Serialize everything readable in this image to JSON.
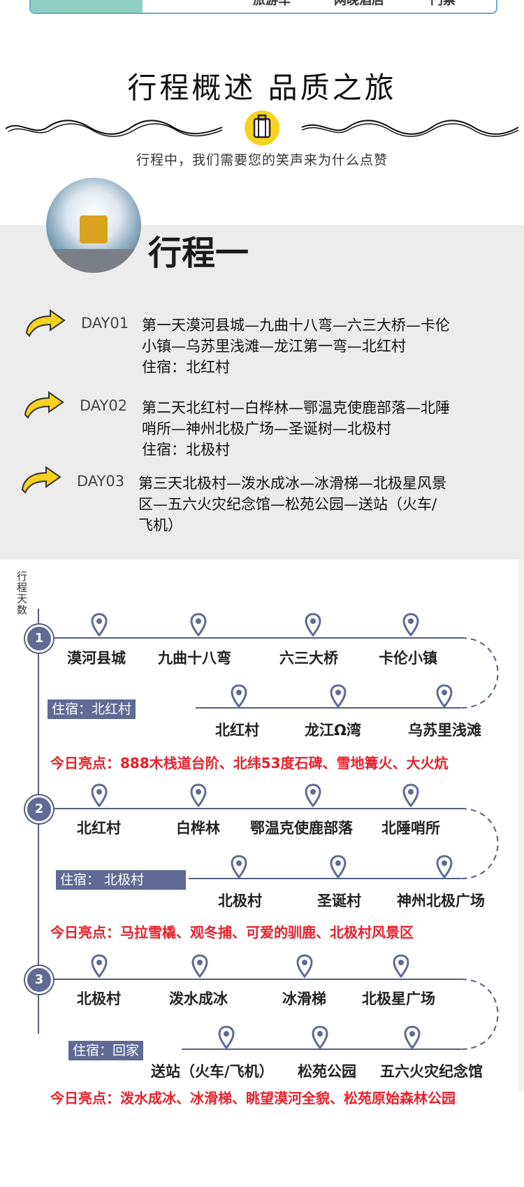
{
  "top_tabs": [
    "旅游车",
    "网晚酒店",
    "门票"
  ],
  "section": {
    "title": "行程概述 品质之旅",
    "subtitle": "行程中，我们需要您的笑声来为什么点赞"
  },
  "trip": {
    "title": "行程一",
    "days": [
      {
        "label": "DAY01",
        "lines": [
          "第一天漠河县城—九曲十八弯—六三大桥—卡伦",
          "小镇—乌苏里浅滩—龙江第一弯—北红村",
          "住宿：北红村"
        ]
      },
      {
        "label": "DAY02",
        "lines": [
          "第二天北红村—白桦林—鄂温克使鹿部落—北陲",
          "哨所—神州北极广场—圣诞树—北极村",
          "住宿：北极村"
        ]
      },
      {
        "label": "DAY03",
        "lines": [
          "第三天北极村—泼水成冰—冰滑梯—北极星风景",
          "区—五六火灾纪念馆—松苑公园—送站（火车/",
          "飞机）"
        ]
      }
    ]
  },
  "map": {
    "vertical_label": "行程天数",
    "days": [
      {
        "num": "1",
        "row1": [
          "漠河县城",
          "九曲十八弯",
          "六三大桥",
          "卡伦小镇"
        ],
        "stay": "住宿：北红村",
        "row2": [
          "北红村",
          "龙江Ω湾",
          "乌苏里浅滩"
        ],
        "highlight": "今日亮点：888木栈道台阶、北纬53度石碑、雪地篝火、大火炕"
      },
      {
        "num": "2",
        "row1": [
          "北红村",
          "白桦林",
          "鄂温克使鹿部落",
          "北陲哨所"
        ],
        "stay": "住宿： 北极村",
        "row2": [
          "北极村",
          "圣诞村",
          "神州北极广场"
        ],
        "highlight": "今日亮点：马拉雪橇、观冬捕、可爱的驯鹿、北极村风景区"
      },
      {
        "num": "3",
        "row1": [
          "北极村",
          "泼水成冰",
          "冰滑梯",
          "北极星广场"
        ],
        "stay": "住宿：回家",
        "row2": [
          "送站（火车/飞机）",
          "松苑公园",
          "五六火灾纪念馆"
        ],
        "highlight": "今日亮点：泼水成冰、冰滑梯、眺望漠河全貌、松苑原始森林公园"
      }
    ]
  },
  "colors": {
    "accent": "#5f6a95",
    "highlight": "#e8202a",
    "arrow": "#f6d21c",
    "panel": "#ececec",
    "tab_teal": "#8fcfc0",
    "tab_border": "#6aa8d8"
  },
  "icons": [
    "suitcase-icon",
    "arrow-icon",
    "location-pin-icon"
  ]
}
